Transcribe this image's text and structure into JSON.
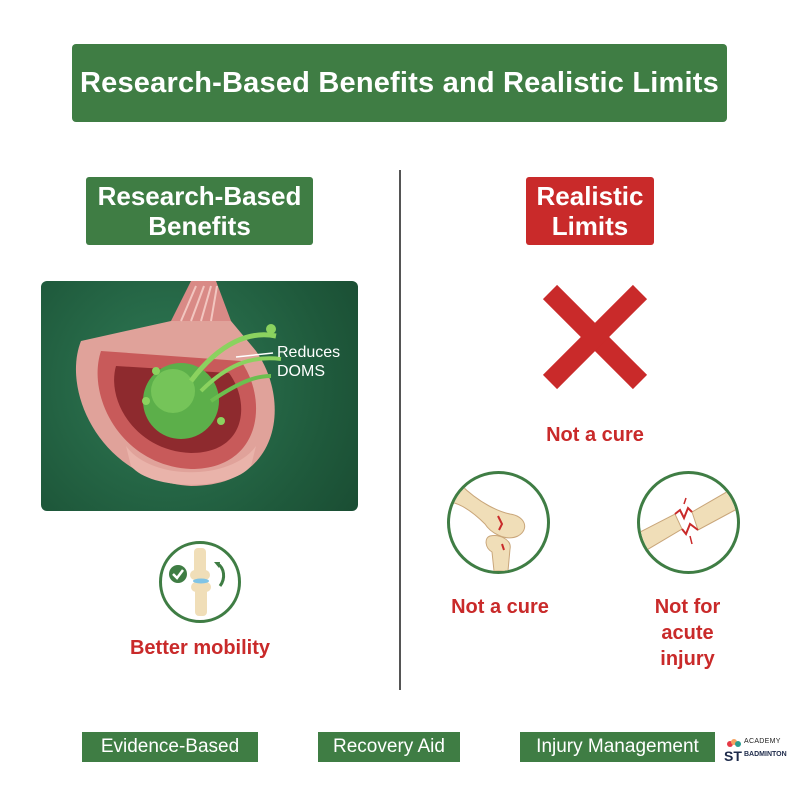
{
  "title": "Research-Based Benefits and Realistic Limits",
  "left": {
    "heading_line1": "Research-Based",
    "heading_line2": "Benefits",
    "image_label_line1": "Reduces",
    "image_label_line2": "DOMS",
    "caption": "Better mobility"
  },
  "right": {
    "heading_line1": "Realistic",
    "heading_line2": "Limits",
    "x_caption": "Not a cure",
    "knee_caption": "Not a cure",
    "injury_caption_line1": "Not for",
    "injury_caption_line2": "acute",
    "injury_caption_line3": "injury"
  },
  "footer": {
    "tag1": "Evidence-Based",
    "tag2": "Recovery Aid",
    "tag3": "Injury Management"
  },
  "logo": {
    "academy": "ACADEMY",
    "st": "ST",
    "badminton": "BADMINTON"
  },
  "colors": {
    "green": "#3f7d44",
    "red": "#c92a2a"
  }
}
